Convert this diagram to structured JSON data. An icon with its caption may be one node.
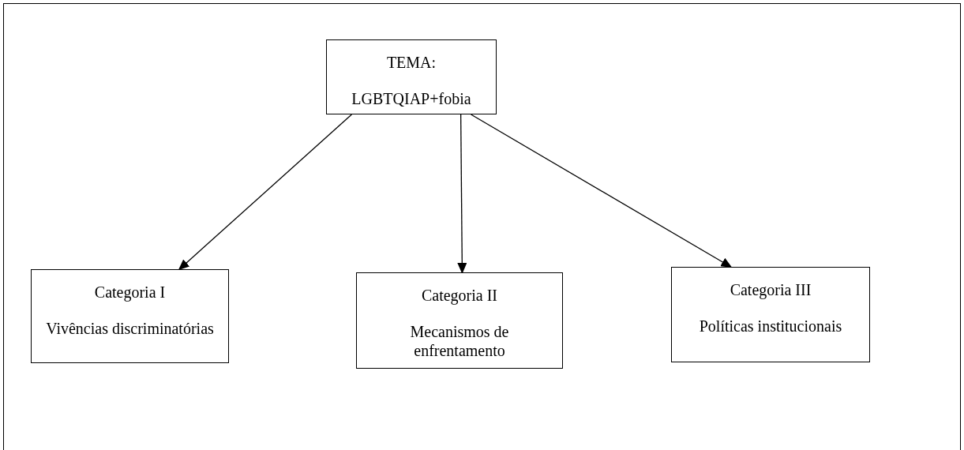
{
  "diagram": {
    "nodes": [
      {
        "text": [
          "TEMA:",
          "LGBTQIAP+fobia"
        ]
      },
      {
        "text": [
          "Categoria I",
          "Vivências discriminatórias"
        ]
      },
      {
        "text": [
          "Categoria II",
          "Mecanismos de enfrentamento"
        ]
      },
      {
        "text": [
          "Categoria III",
          "Políticas institucionais"
        ]
      }
    ],
    "edges": [
      {
        "from": 0,
        "to": 1,
        "arrow": "to"
      },
      {
        "from": 0,
        "to": 2,
        "arrow": "to"
      },
      {
        "from": 0,
        "to": 3,
        "arrow": "to"
      }
    ]
  }
}
